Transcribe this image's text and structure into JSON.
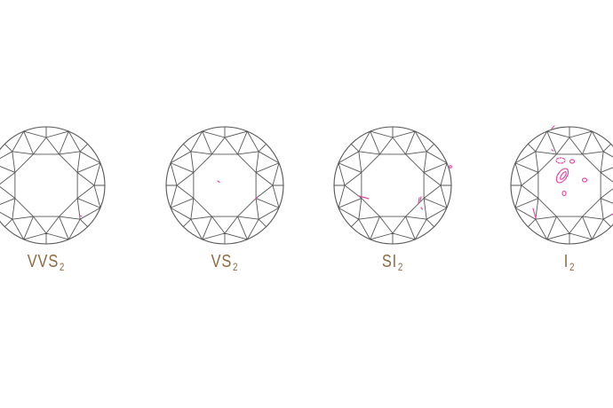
{
  "accent_color": "#8c6a42",
  "inclusion_color": "#e24aa8",
  "line_color": "#555555",
  "grades": [
    {
      "grade": "VVS",
      "sub": "2"
    },
    {
      "grade": "VS",
      "sub": "2"
    },
    {
      "grade": "SI",
      "sub": "2"
    },
    {
      "grade": "I",
      "sub": "2"
    }
  ]
}
